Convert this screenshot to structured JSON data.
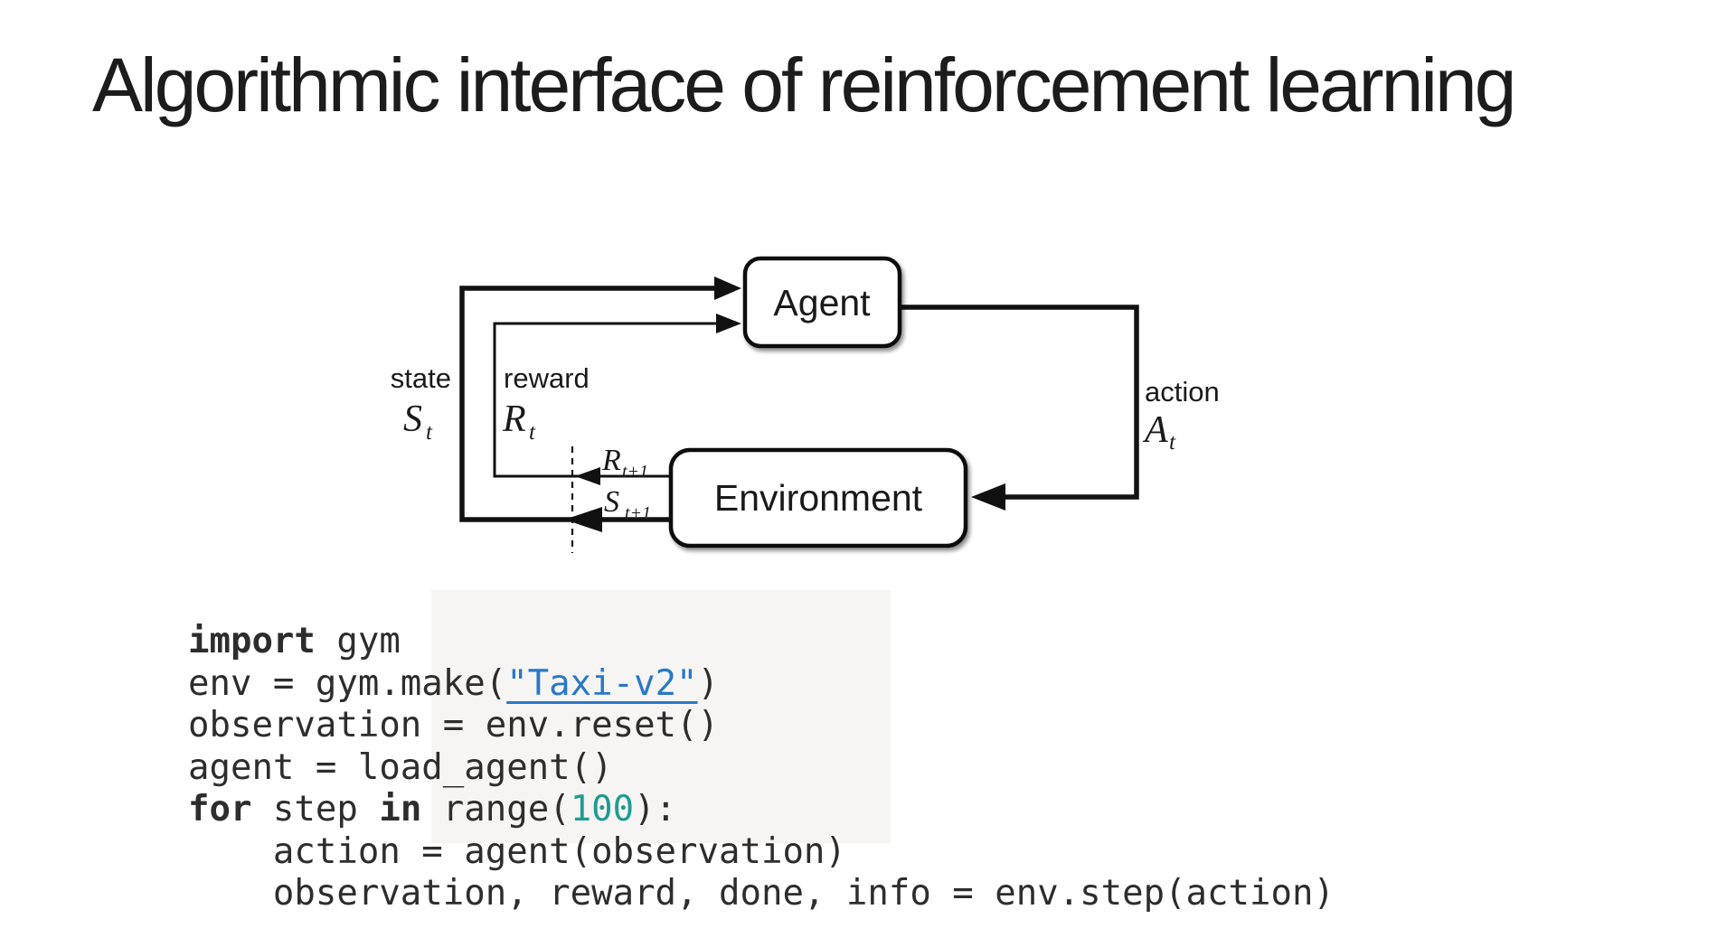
{
  "title": {
    "text": "Algorithmic interface of reinforcement learning",
    "color": "#1c1c1c"
  },
  "diagram": {
    "stroke_color": "#111111",
    "agent_label": "Agent",
    "environment_label": "Environment",
    "labels": {
      "state": "state",
      "reward": "reward",
      "action": "action",
      "state_sym": "S",
      "state_sub": "t",
      "reward_sym": "R",
      "reward_sub": "t",
      "action_sym": "A",
      "action_sub": "t",
      "reward_next_sym": "R",
      "reward_next_sub": "t+1",
      "state_next_sym": "S",
      "state_next_sub": "t+1"
    }
  },
  "code": {
    "text_color": "#2d2d2d",
    "string_color": "#2878c8",
    "number_color": "#1e9c92",
    "lines": [
      [
        {
          "s": "kw",
          "t": "import"
        },
        {
          "s": "p",
          "t": " gym"
        }
      ],
      [
        {
          "s": "p",
          "t": "env = gym.make("
        },
        {
          "s": "str",
          "t": "\"Taxi-v2\""
        },
        {
          "s": "p",
          "t": ")"
        }
      ],
      [
        {
          "s": "p",
          "t": "observation = env.reset()"
        }
      ],
      [
        {
          "s": "p",
          "t": "agent = load_agent()"
        }
      ],
      [
        {
          "s": "kw",
          "t": "for"
        },
        {
          "s": "p",
          "t": " step "
        },
        {
          "s": "kw",
          "t": "in"
        },
        {
          "s": "p",
          "t": " range("
        },
        {
          "s": "num",
          "t": "100"
        },
        {
          "s": "p",
          "t": "):"
        }
      ],
      [
        {
          "s": "p",
          "t": "    action = agent(observation)"
        }
      ],
      [
        {
          "s": "p",
          "t": "    observation, reward, done, info = env.step(action)"
        }
      ]
    ]
  }
}
